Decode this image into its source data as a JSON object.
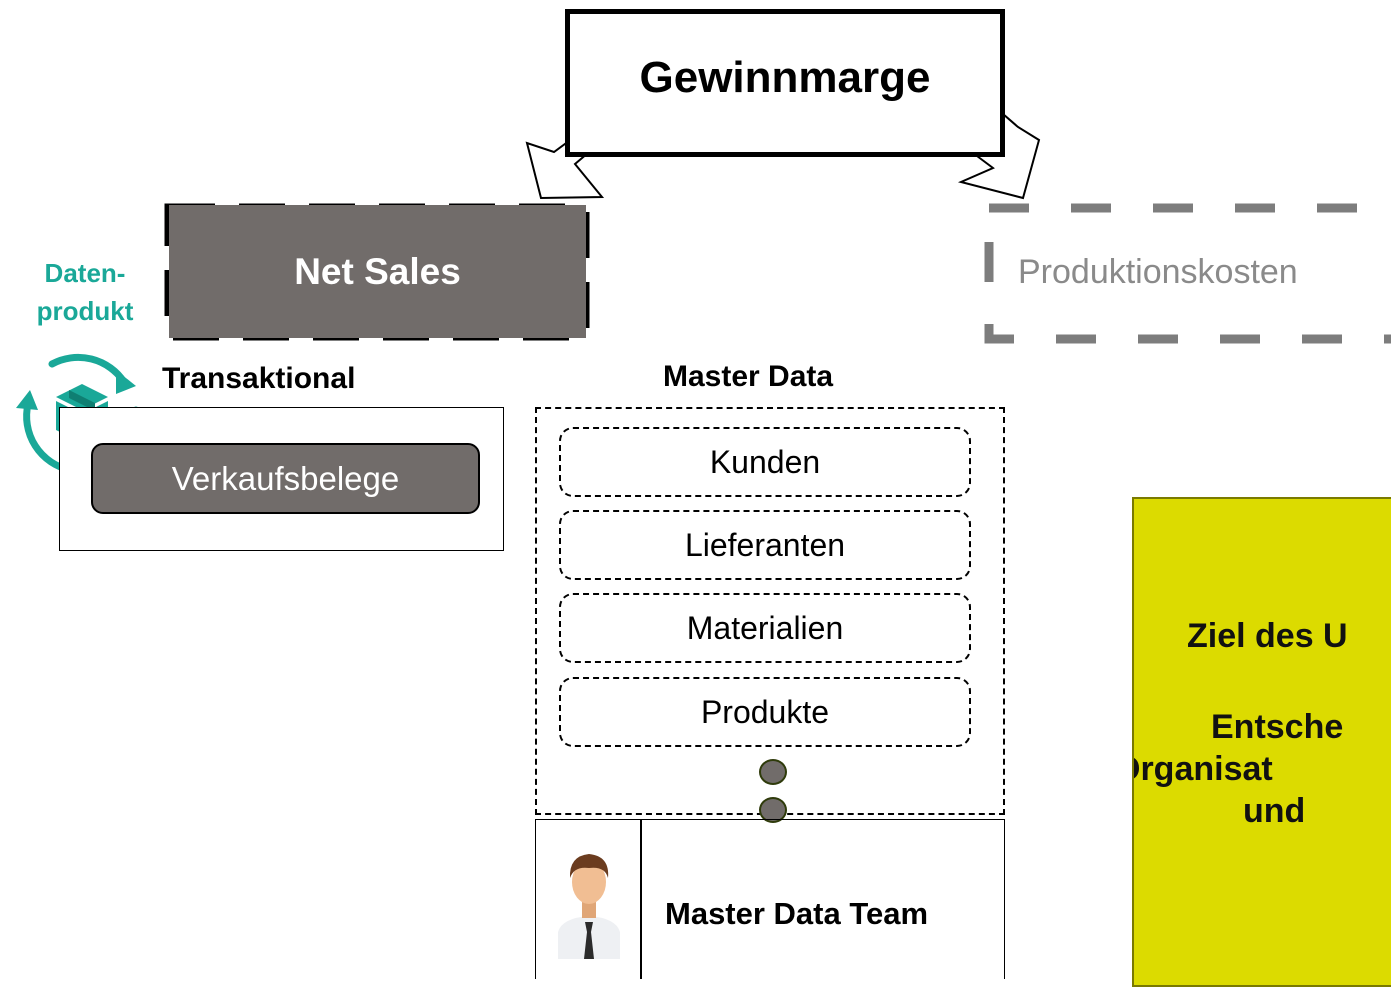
{
  "title": "Gewinnmarge",
  "net_sales": "Net Sales",
  "production_costs": "Produktionskosten",
  "data_product_label": [
    "Daten-",
    "produkt"
  ],
  "transactional": {
    "title": "Transaktional",
    "item": "Verkaufsbelege"
  },
  "master_data": {
    "title": "Master Data",
    "items": [
      "Kunden",
      "Lieferanten",
      "Materialien",
      "Produkte"
    ]
  },
  "team": "Master Data Team",
  "goal_text": [
    "Ziel des U",
    "Entsche",
    "Organisat",
    "und"
  ],
  "colors": {
    "accent_teal": "#1aa898",
    "box_gray": "#716c6a",
    "goal_yellow": "#dcdb00",
    "muted_gray": "#8a8a8a"
  }
}
